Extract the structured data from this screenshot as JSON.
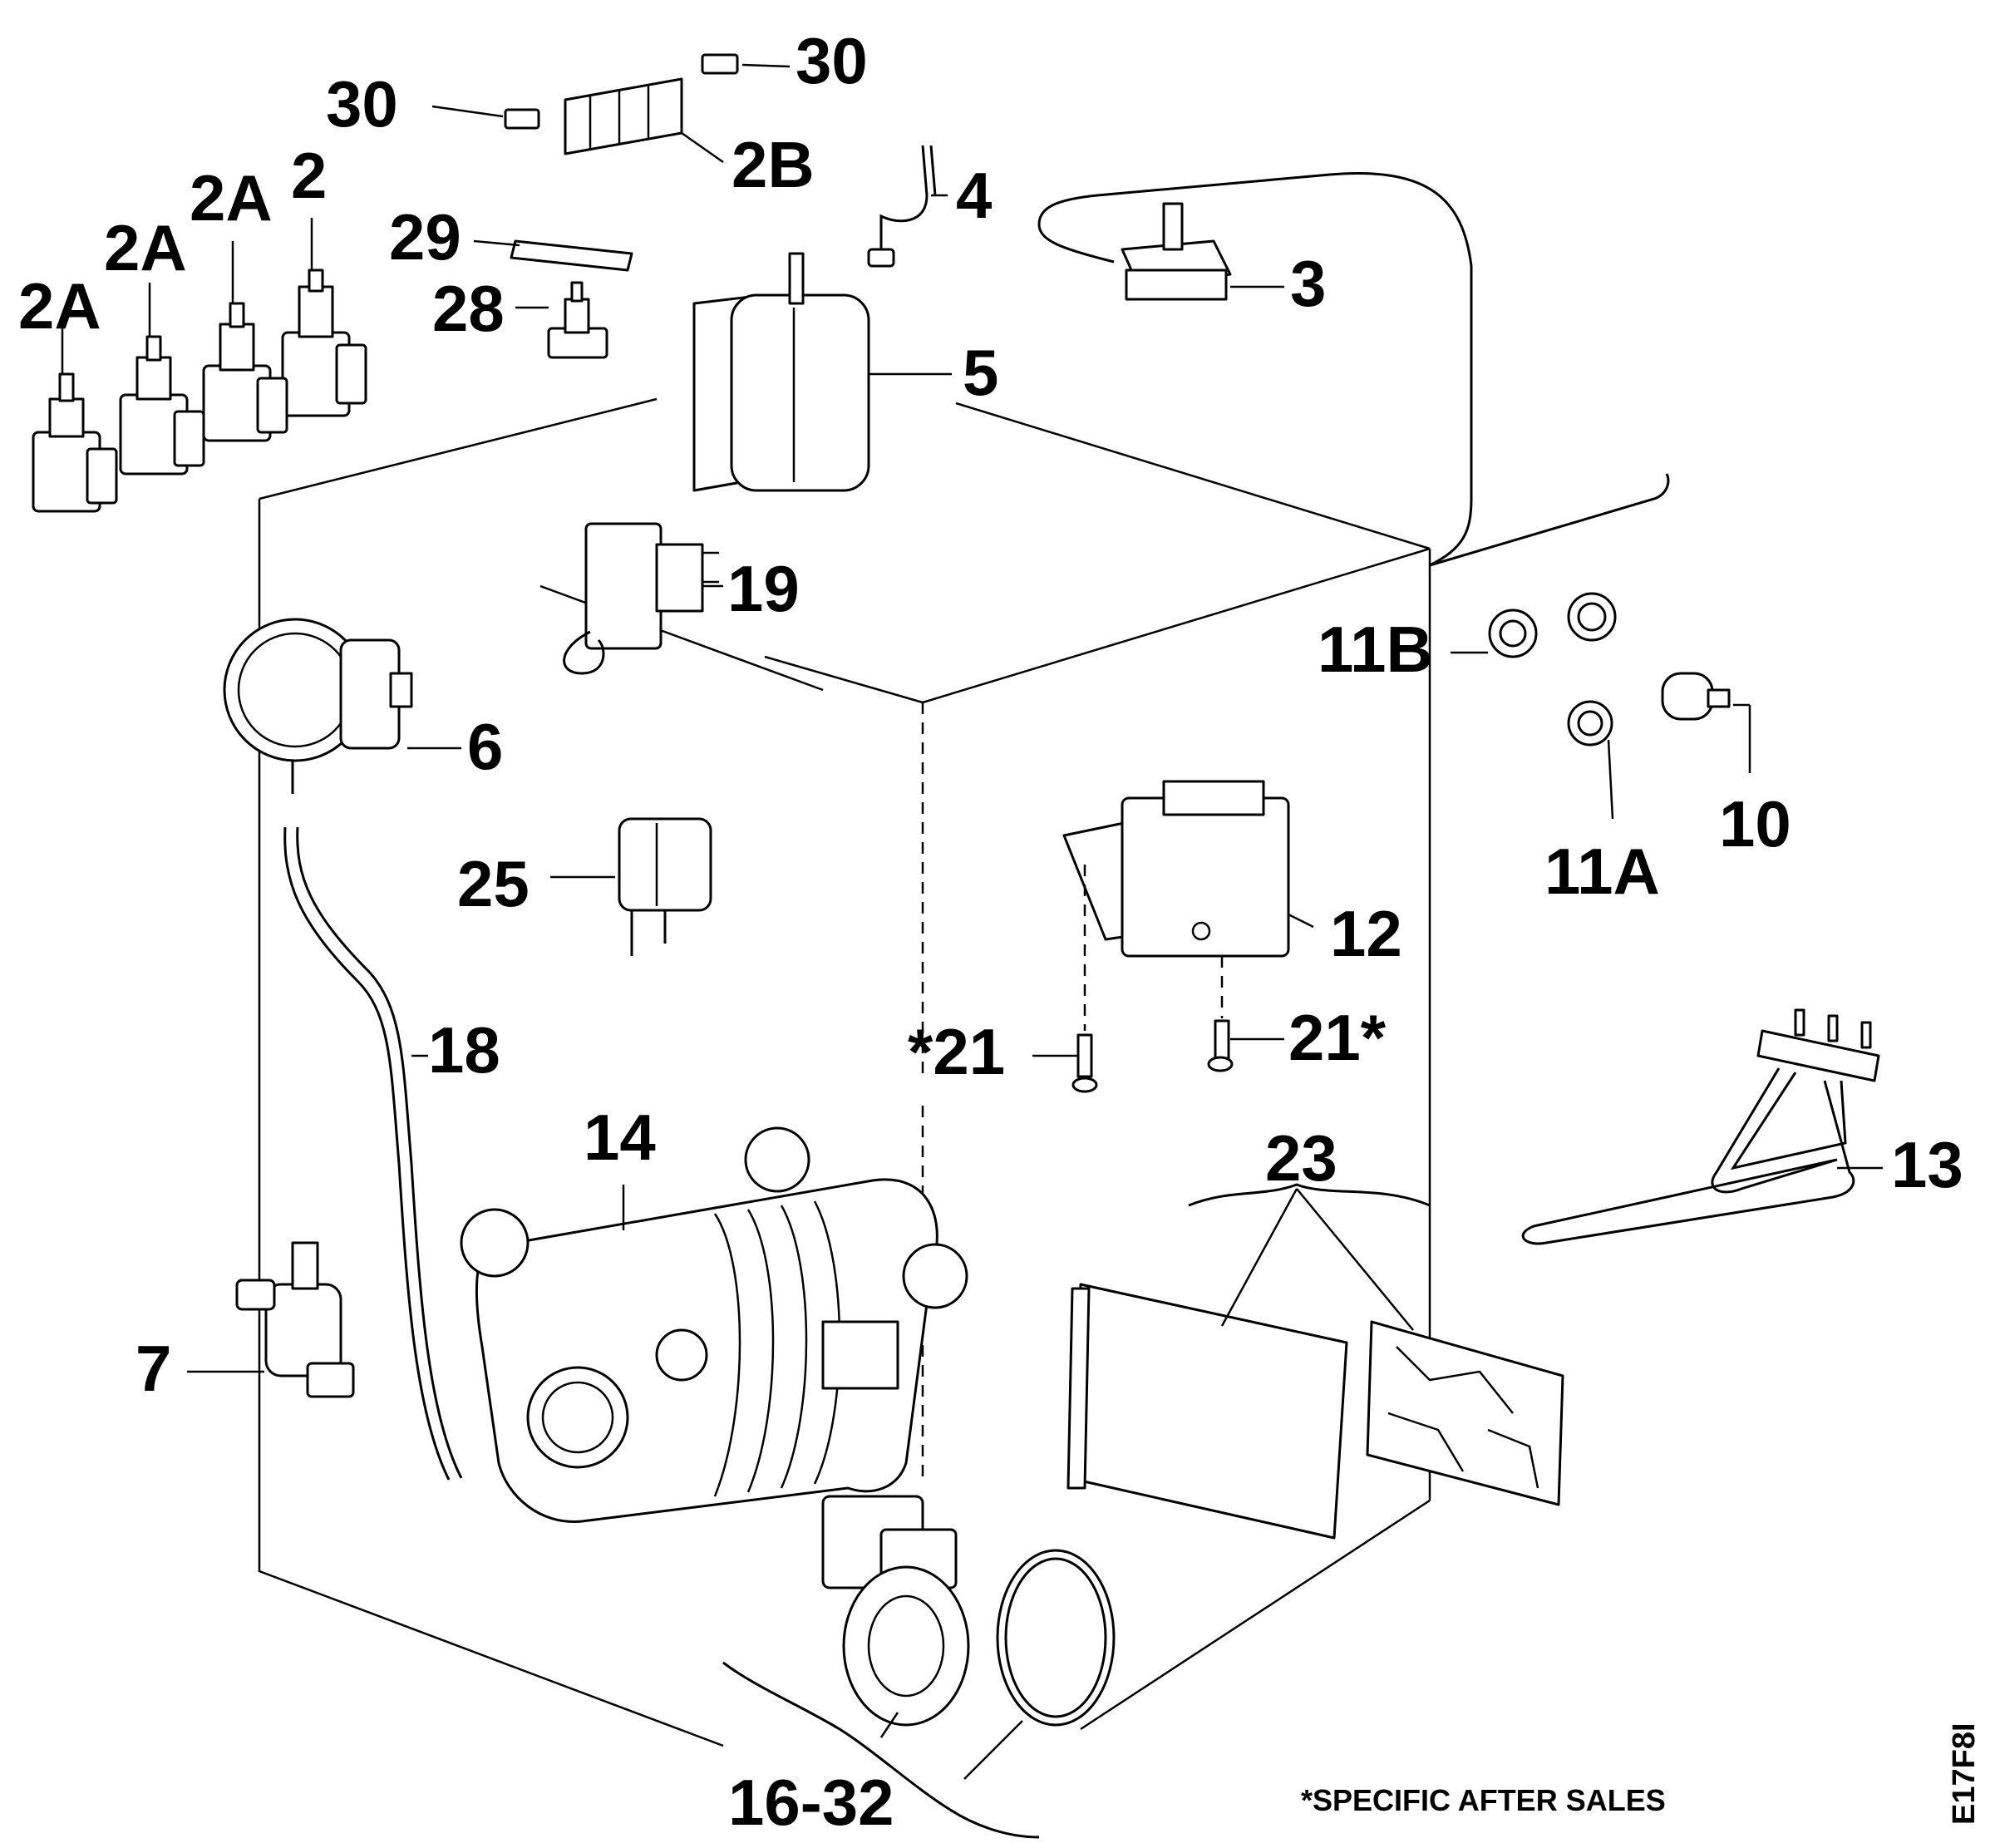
{
  "labels": {
    "l30a": "30",
    "l30b": "30",
    "l2b": "2B",
    "l2": "2",
    "l2a1": "2A",
    "l2a2": "2A",
    "l2a3": "2A",
    "l29": "29",
    "l28": "28",
    "l4": "4",
    "l3": "3",
    "l5": "5",
    "l19": "19",
    "l6": "6",
    "l11b": "11B",
    "l11a": "11A",
    "l10": "10",
    "l25": "25",
    "l12": "12",
    "l18": "18",
    "l21a": "*21",
    "l21b": "21*",
    "l14": "14",
    "l23": "23",
    "l13": "13",
    "l7": "7",
    "l1632": "16-32"
  },
  "footnote": "*SPECIFIC AFTER SALES",
  "diagram_code": "E17F8I"
}
